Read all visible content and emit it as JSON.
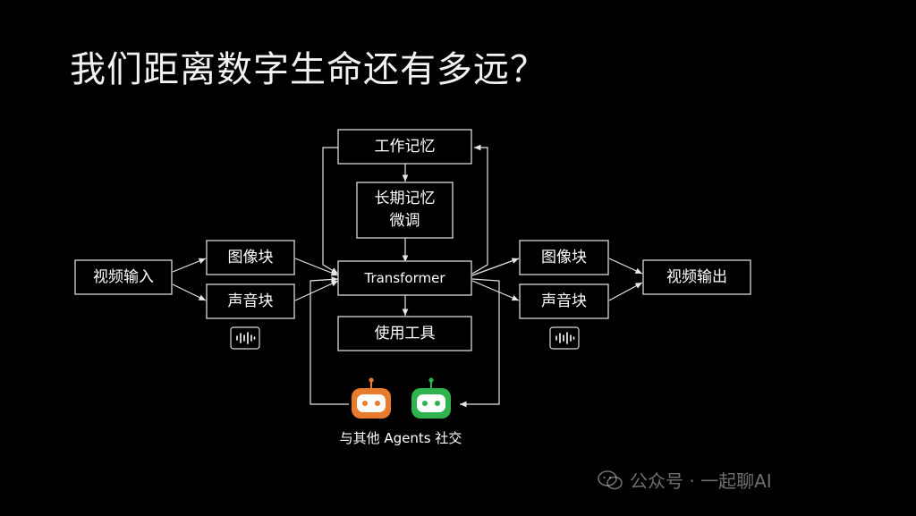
{
  "title": "我们距离数字生命还有多远？",
  "nodes": {
    "working_memory": "工作记忆",
    "long_term_memory_line1": "长期记忆",
    "long_term_memory_line2": "微调",
    "transformer": "Transformer",
    "tool_use": "使用工具",
    "video_input": "视频输入",
    "image_block_in": "图像块",
    "audio_block_in": "声音块",
    "image_block_out": "图像块",
    "audio_block_out": "声音块",
    "video_output": "视频输出"
  },
  "agents_label": "与其他 Agents 社交",
  "colors": {
    "robot_orange": "#e87b2c",
    "robot_green": "#2eb34f",
    "background": "#000000",
    "line": "#e6e6e6"
  },
  "icons": {
    "audio_waveform": "audio-waveform-icon",
    "robot": "robot-icon",
    "wechat": "wechat-icon"
  },
  "watermark": "公众号 · 一起聊AI"
}
